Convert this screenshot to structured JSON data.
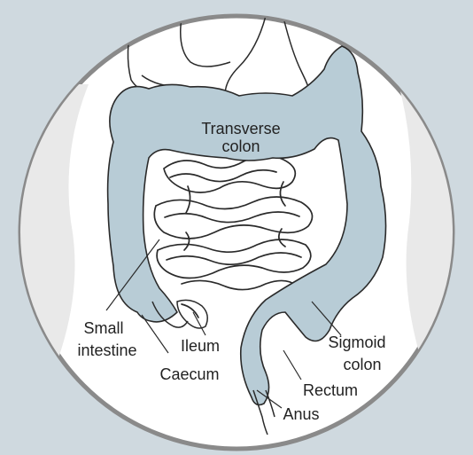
{
  "colors": {
    "background": "#cfd9df",
    "circle_fill": "#ffffff",
    "circle_border": "#8a8a8a",
    "body_shade": "#e9e9e9",
    "colon_fill": "#b8ccd6",
    "outline": "#2a2a2a"
  },
  "labels": {
    "transverse_colon_line1": "Transverse",
    "transverse_colon_line2": "colon",
    "small_intestine_line1": "Small",
    "small_intestine_line2": "intestine",
    "ileum": "Ileum",
    "caecum": "Caecum",
    "sigmoid_colon_line1": "Sigmoid",
    "sigmoid_colon_line2": "colon",
    "rectum": "Rectum",
    "anus": "Anus"
  }
}
